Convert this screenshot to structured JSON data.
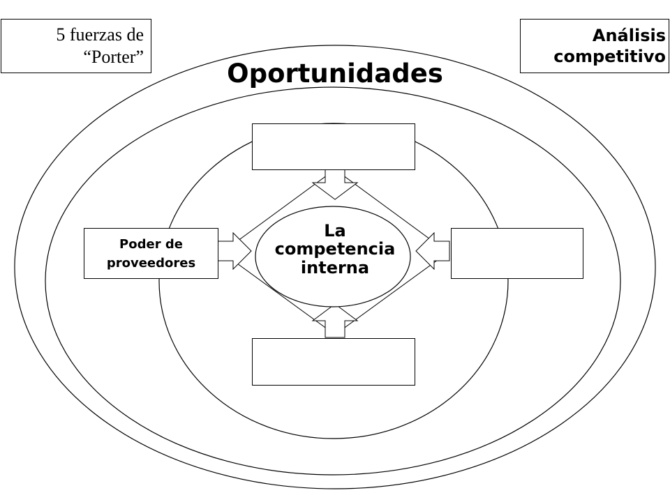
{
  "corner_labels": {
    "left": {
      "line1": "5 fuerzas de",
      "line2": "“Porter”"
    },
    "right": {
      "line1": "Análisis",
      "line2": "competitivo"
    }
  },
  "title": "Oportunidades",
  "center": {
    "line1": "La",
    "line2": "competencia",
    "line3": "interna"
  },
  "forces": {
    "top": "",
    "left": {
      "line1": "Poder de",
      "line2": "proveedores"
    },
    "right": "",
    "bottom": ""
  }
}
